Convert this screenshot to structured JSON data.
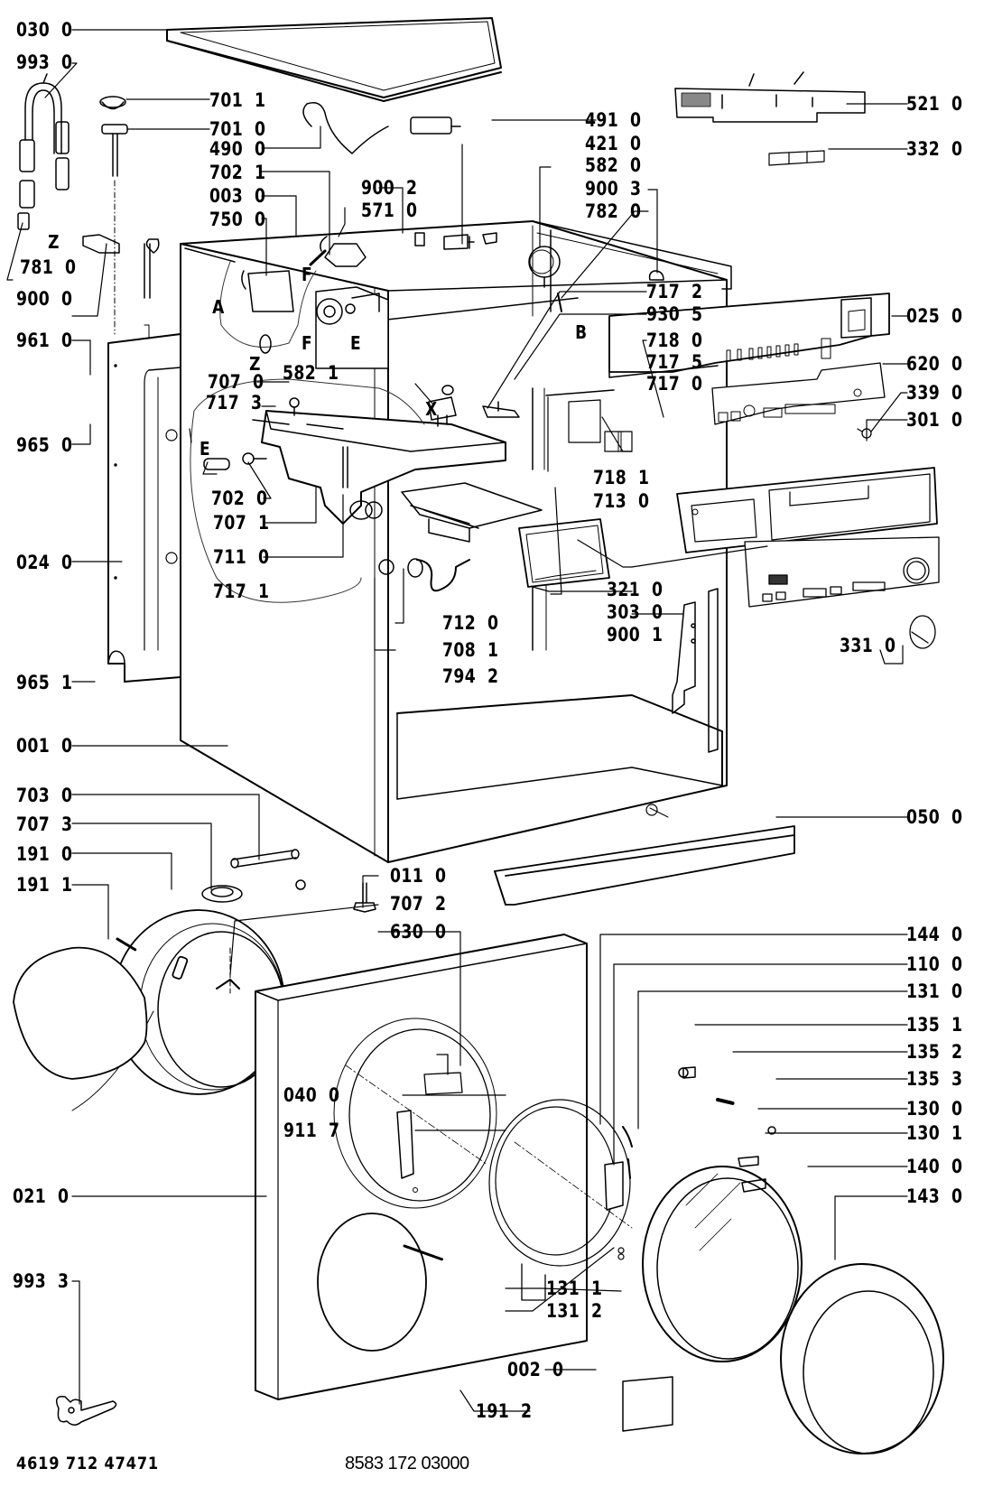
{
  "diagram": {
    "title": "Washing machine exploded parts diagram",
    "footer": {
      "left_code": "4619 712 47471",
      "right_code": "8583 172 03000"
    },
    "left_labels": [
      {
        "id": "030-0",
        "text": "030  0"
      },
      {
        "id": "993-0",
        "text": "993  0"
      },
      {
        "id": "781-0",
        "text": "781  0"
      },
      {
        "id": "900-0",
        "text": "900  0"
      },
      {
        "id": "961-0",
        "text": "961  0"
      },
      {
        "id": "965-0",
        "text": "965  0"
      },
      {
        "id": "024-0",
        "text": "024  0"
      },
      {
        "id": "965-1",
        "text": "965  1"
      },
      {
        "id": "001-0",
        "text": "001  0"
      },
      {
        "id": "703-0",
        "text": "703  0"
      },
      {
        "id": "707-3",
        "text": "707  3"
      },
      {
        "id": "191-0",
        "text": "191  0"
      },
      {
        "id": "191-1",
        "text": "191  1"
      },
      {
        "id": "021-0",
        "text": "021  0"
      },
      {
        "id": "993-3",
        "text": "993  3"
      }
    ],
    "center_labels": [
      {
        "id": "701-1",
        "text": "701  1"
      },
      {
        "id": "701-0",
        "text": "701  0"
      },
      {
        "id": "490-0",
        "text": "490  0"
      },
      {
        "id": "702-1",
        "text": "702  1"
      },
      {
        "id": "003-0",
        "text": "003  0"
      },
      {
        "id": "750-0",
        "text": "750  0"
      },
      {
        "id": "900-2",
        "text": "900  2"
      },
      {
        "id": "571-0",
        "text": "571  0"
      },
      {
        "id": "582-1",
        "text": "582  1"
      },
      {
        "id": "717-2",
        "text": "717  2"
      },
      {
        "id": "930-5",
        "text": "930  5"
      },
      {
        "id": "718-0",
        "text": "718  0"
      },
      {
        "id": "717-5",
        "text": "717  5"
      },
      {
        "id": "717-0",
        "text": "717  0"
      },
      {
        "id": "707-0",
        "text": "707  0"
      },
      {
        "id": "717-3",
        "text": "717  3"
      },
      {
        "id": "702-0",
        "text": "702  0"
      },
      {
        "id": "707-1",
        "text": "707  1"
      },
      {
        "id": "711-0",
        "text": "711  0"
      },
      {
        "id": "717-1",
        "text": "717  1"
      },
      {
        "id": "718-1",
        "text": "718  1"
      },
      {
        "id": "713-0",
        "text": "713  0"
      },
      {
        "id": "712-0",
        "text": "712  0"
      },
      {
        "id": "708-1",
        "text": "708  1"
      },
      {
        "id": "794-2",
        "text": "794  2"
      },
      {
        "id": "321-0",
        "text": "321  0"
      },
      {
        "id": "303-0",
        "text": "303  0"
      },
      {
        "id": "900-1",
        "text": "900  1"
      },
      {
        "id": "491-0",
        "text": "491  0"
      },
      {
        "id": "421-0",
        "text": "421  0"
      },
      {
        "id": "582-0",
        "text": "582  0"
      },
      {
        "id": "900-3",
        "text": "900  3"
      },
      {
        "id": "782-0",
        "text": "782  0"
      },
      {
        "id": "011-0",
        "text": "011  0"
      },
      {
        "id": "707-2",
        "text": "707  2"
      },
      {
        "id": "630-0",
        "text": "630  0"
      },
      {
        "id": "040-0",
        "text": "040  0"
      },
      {
        "id": "911-7",
        "text": "911  7"
      },
      {
        "id": "131-1",
        "text": "131  1"
      },
      {
        "id": "131-2",
        "text": "131  2"
      },
      {
        "id": "002-0",
        "text": "002  0"
      },
      {
        "id": "191-2",
        "text": "191  2"
      }
    ],
    "right_labels": [
      {
        "id": "521-0",
        "text": "521  0"
      },
      {
        "id": "332-0",
        "text": "332  0"
      },
      {
        "id": "025-0",
        "text": "025  0"
      },
      {
        "id": "620-0",
        "text": "620  0"
      },
      {
        "id": "339-0",
        "text": "339  0"
      },
      {
        "id": "301-0",
        "text": "301  0"
      },
      {
        "id": "331-0",
        "text": "331  0"
      },
      {
        "id": "050-0",
        "text": "050  0"
      },
      {
        "id": "144-0",
        "text": "144  0"
      },
      {
        "id": "110-0",
        "text": "110  0"
      },
      {
        "id": "131-0",
        "text": "131  0"
      },
      {
        "id": "135-1",
        "text": "135  1"
      },
      {
        "id": "135-2",
        "text": "135  2"
      },
      {
        "id": "135-3",
        "text": "135  3"
      },
      {
        "id": "130-0",
        "text": "130  0"
      },
      {
        "id": "130-1",
        "text": "130  1"
      },
      {
        "id": "140-0",
        "text": "140  0"
      },
      {
        "id": "143-0",
        "text": "143  0"
      }
    ],
    "reference_letters": {
      "z_left": "Z",
      "f_top": "F",
      "a": "A",
      "f_mid": "F",
      "e_mid": "E",
      "z_mid": "Z",
      "b": "B",
      "x": "X",
      "e_left": "E"
    }
  }
}
